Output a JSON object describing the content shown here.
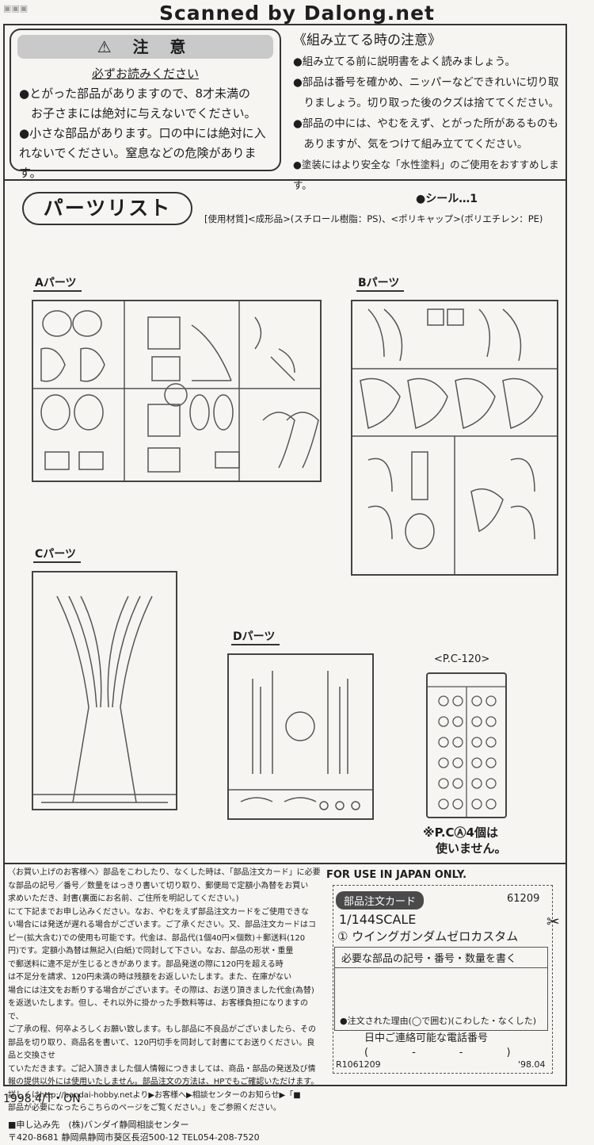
{
  "scan_banner": "Scanned by Dalong.net",
  "caution": {
    "title": "⚠ 注 意",
    "subtitle": "必ずお読みください",
    "items": [
      "●とがった部品がありますので、8才未満の",
      "　お子さまには絶対に与えないでください。",
      "●小さな部品があります。口の中には絶対に入れ",
      "　ないでください。窒息などの危険があります。"
    ]
  },
  "assembly": {
    "title": "《組み立てる時の注意》",
    "lines": [
      "●組み立てる前に説明書をよく読みましょう。",
      "●部品は番号を確かめ、ニッパーなどできれいに切り取",
      "　りましょう。切り取った後のクズは捨ててください。",
      "●部品の中には、やむをえず、とがった所があるものも",
      "　ありますが、気をつけて組み立ててください。",
      "●塗装にはより安全な「水性塗料」のご使用をおすすめします。"
    ]
  },
  "parts_list": {
    "title": "パーツリスト",
    "seal": "●シール…1",
    "materials": "[使用材質]<成形品>(スチロール樹脂：PS)、<ポリキャップ>(ポリエチレン：PE)"
  },
  "runners": {
    "a": "Aパーツ",
    "b": "Bパーツ",
    "c": "Cパーツ",
    "d": "Dパーツ",
    "pc": "<P.C-120>",
    "pc_note_1": "※P.CⒶ4個は",
    "pc_note_2": "使いません。"
  },
  "footer": {
    "lines": [
      "〈お買い上げのお客様へ〉部品をこわしたり、なくした時は、「部品注文カード」に必要",
      "な部品の記号／番号／数量をはっきり書いて切り取り、郵便局で定額小為替をお買い",
      "求めいただき、封書(裏面にお名前、ご住所を明記してください。)",
      "にて下記までお申し込みください。なお、やむをえず部品注文カードをご使用できな",
      "い場合には発送が遅れる場合がございます。ご了承ください。又、部品注文カードはコ",
      "ピー(拡大含む)での使用も可能です。代金は、部品代(1個40円×個数)＋郵送料(120",
      "円)です。定額小為替は無記入(白紙)で同封して下さい。なお、部品の形状・重量",
      "で郵送料に違不足が生じるときがあります。部品発送の際に120円を超える時",
      "は不足分を請求、120円未満の時は残額をお返しいたします。また、在庫がない",
      "場合には注文をお断りする場合がございます。その際は、お送り頂きました代金(為替)",
      "を返送いたします。但し、それ以外に掛かった手数料等は、お客様負担になりますので、",
      "ご了承の程、何卒よろしくお願い致します。もし部品に不良品がございましたら、その",
      "部品を切り取り、商品名を書いて、120円切手を同封して封書にてお送りください。良品と交換させ",
      "ていただきます。ご記入頂きました個人情報につきましては、商品・部品の発送及び情",
      "報の提供以外には使用いたしません。部品注文の方法は、HPでもご確認いただけます。",
      "詳しくはhttp://bandai-hobby.netより▶お客様へ▶相談センターのお知らせ▶「■",
      "部品が必要になったらこちらのページをご覧ください。」をご参照ください。"
    ],
    "apply_label": "■申し込み先　(株)バンダイ静岡相談センター",
    "address": "〒420-8681 静岡県静岡市葵区長沼500-12 TEL054-208-7520"
  },
  "order_card": {
    "japan_only": "FOR USE IN JAPAN ONLY.",
    "badge": "部品注文カード",
    "code": "61209",
    "scale": "1/144SCALE",
    "product": "① ウイングガンダムゼロカスタム",
    "box_title": "必要な部品の記号・番号・数量を書く",
    "reason": "●注文された理由(◯で囲む)(こわした・なくした)",
    "phone_label": "日中ご連絡可能な電話番号",
    "phone_fields": "(　　　-　　　-　　　)",
    "number": "R1061209",
    "date": "'98.04",
    "scissors_icon": "scissors-icon"
  },
  "bottom_code": "1998.4/T・ON"
}
